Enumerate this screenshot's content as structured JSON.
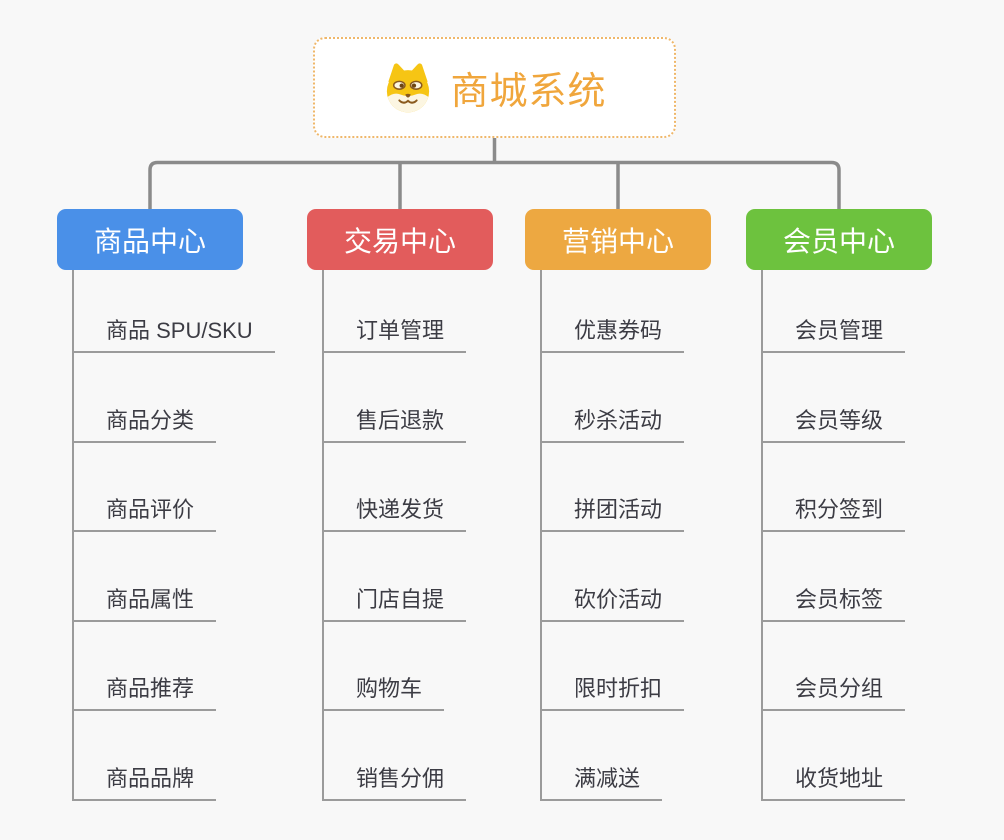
{
  "root": {
    "title": "商城系统",
    "icon": "shiba-dog-icon"
  },
  "branches": [
    {
      "label": "商品中心",
      "color": "#4a90e8",
      "children": [
        "商品 SPU/SKU",
        "商品分类",
        "商品评价",
        "商品属性",
        "商品推荐",
        "商品品牌"
      ]
    },
    {
      "label": "交易中心",
      "color": "#e25c5c",
      "children": [
        "订单管理",
        "售后退款",
        "快递发货",
        "门店自提",
        "购物车",
        "销售分佣"
      ]
    },
    {
      "label": "营销中心",
      "color": "#eda841",
      "children": [
        "优惠券码",
        "秒杀活动",
        "拼团活动",
        "砍价活动",
        "限时折扣",
        "满减送"
      ]
    },
    {
      "label": "会员中心",
      "color": "#6dc23e",
      "children": [
        "会员管理",
        "会员等级",
        "积分签到",
        "会员标签",
        "会员分组",
        "收货地址"
      ]
    }
  ],
  "colors": {
    "background": "#f8f8f8",
    "connector": "#8b8b8b",
    "child_connector": "#9b9b9b",
    "root_text": "#f0a63c",
    "root_border": "#efb76a",
    "subtopic_text": "#3c3c44"
  }
}
